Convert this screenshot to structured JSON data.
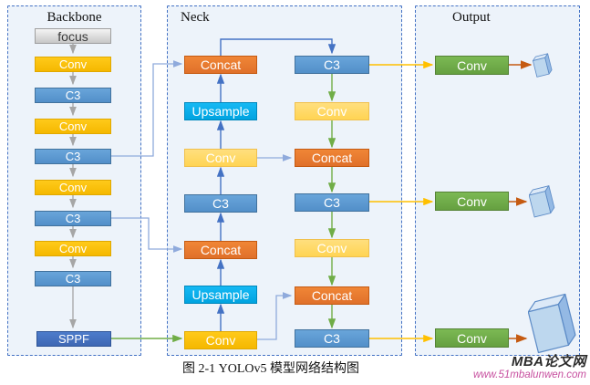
{
  "figure": {
    "caption": "图 2-1 YOLOv5 模型网络结构图"
  },
  "watermark": {
    "site_name": "MBA论文网",
    "site_url": "www.51mbalunwen.com"
  },
  "panels": {
    "backbone": {
      "title": "Backbone",
      "nodes": [
        "focus",
        "Conv",
        "C3",
        "Conv",
        "C3",
        "Conv",
        "C3",
        "Conv",
        "C3",
        "SPPF"
      ]
    },
    "neck": {
      "title": "Neck",
      "left_column": [
        "Concat",
        "Upsample",
        "Conv",
        "C3",
        "Concat",
        "Upsample",
        "Conv"
      ],
      "right_column": [
        "C3",
        "Conv",
        "Concat",
        "C3",
        "Conv",
        "Concat",
        "C3"
      ]
    },
    "output": {
      "title": "Output",
      "nodes": [
        "Conv",
        "Conv",
        "Conv"
      ],
      "feature_maps": [
        "feature-map-small",
        "feature-map-medium",
        "feature-map-large"
      ]
    }
  },
  "colors": {
    "panel_background": "#edf3fa",
    "panel_border": "#4472c4",
    "conv_gold": "#ffc000",
    "conv_light": "#ffd966",
    "c3_blue": "#5b9bd5",
    "sppf_blue": "#4472c4",
    "concat_orange": "#ed7d31",
    "upsample_cyan": "#00b0f0",
    "output_conv_green": "#70ad47",
    "arrow_gray": "#a6a6a6",
    "arrow_dark_blue": "#4472c4",
    "arrow_light_blue": "#8faadc",
    "arrow_green": "#70ad47",
    "arrow_yellow": "#ffc000",
    "arrow_dark_orange": "#c55a11",
    "watermark_pink": "#c74f9f"
  }
}
